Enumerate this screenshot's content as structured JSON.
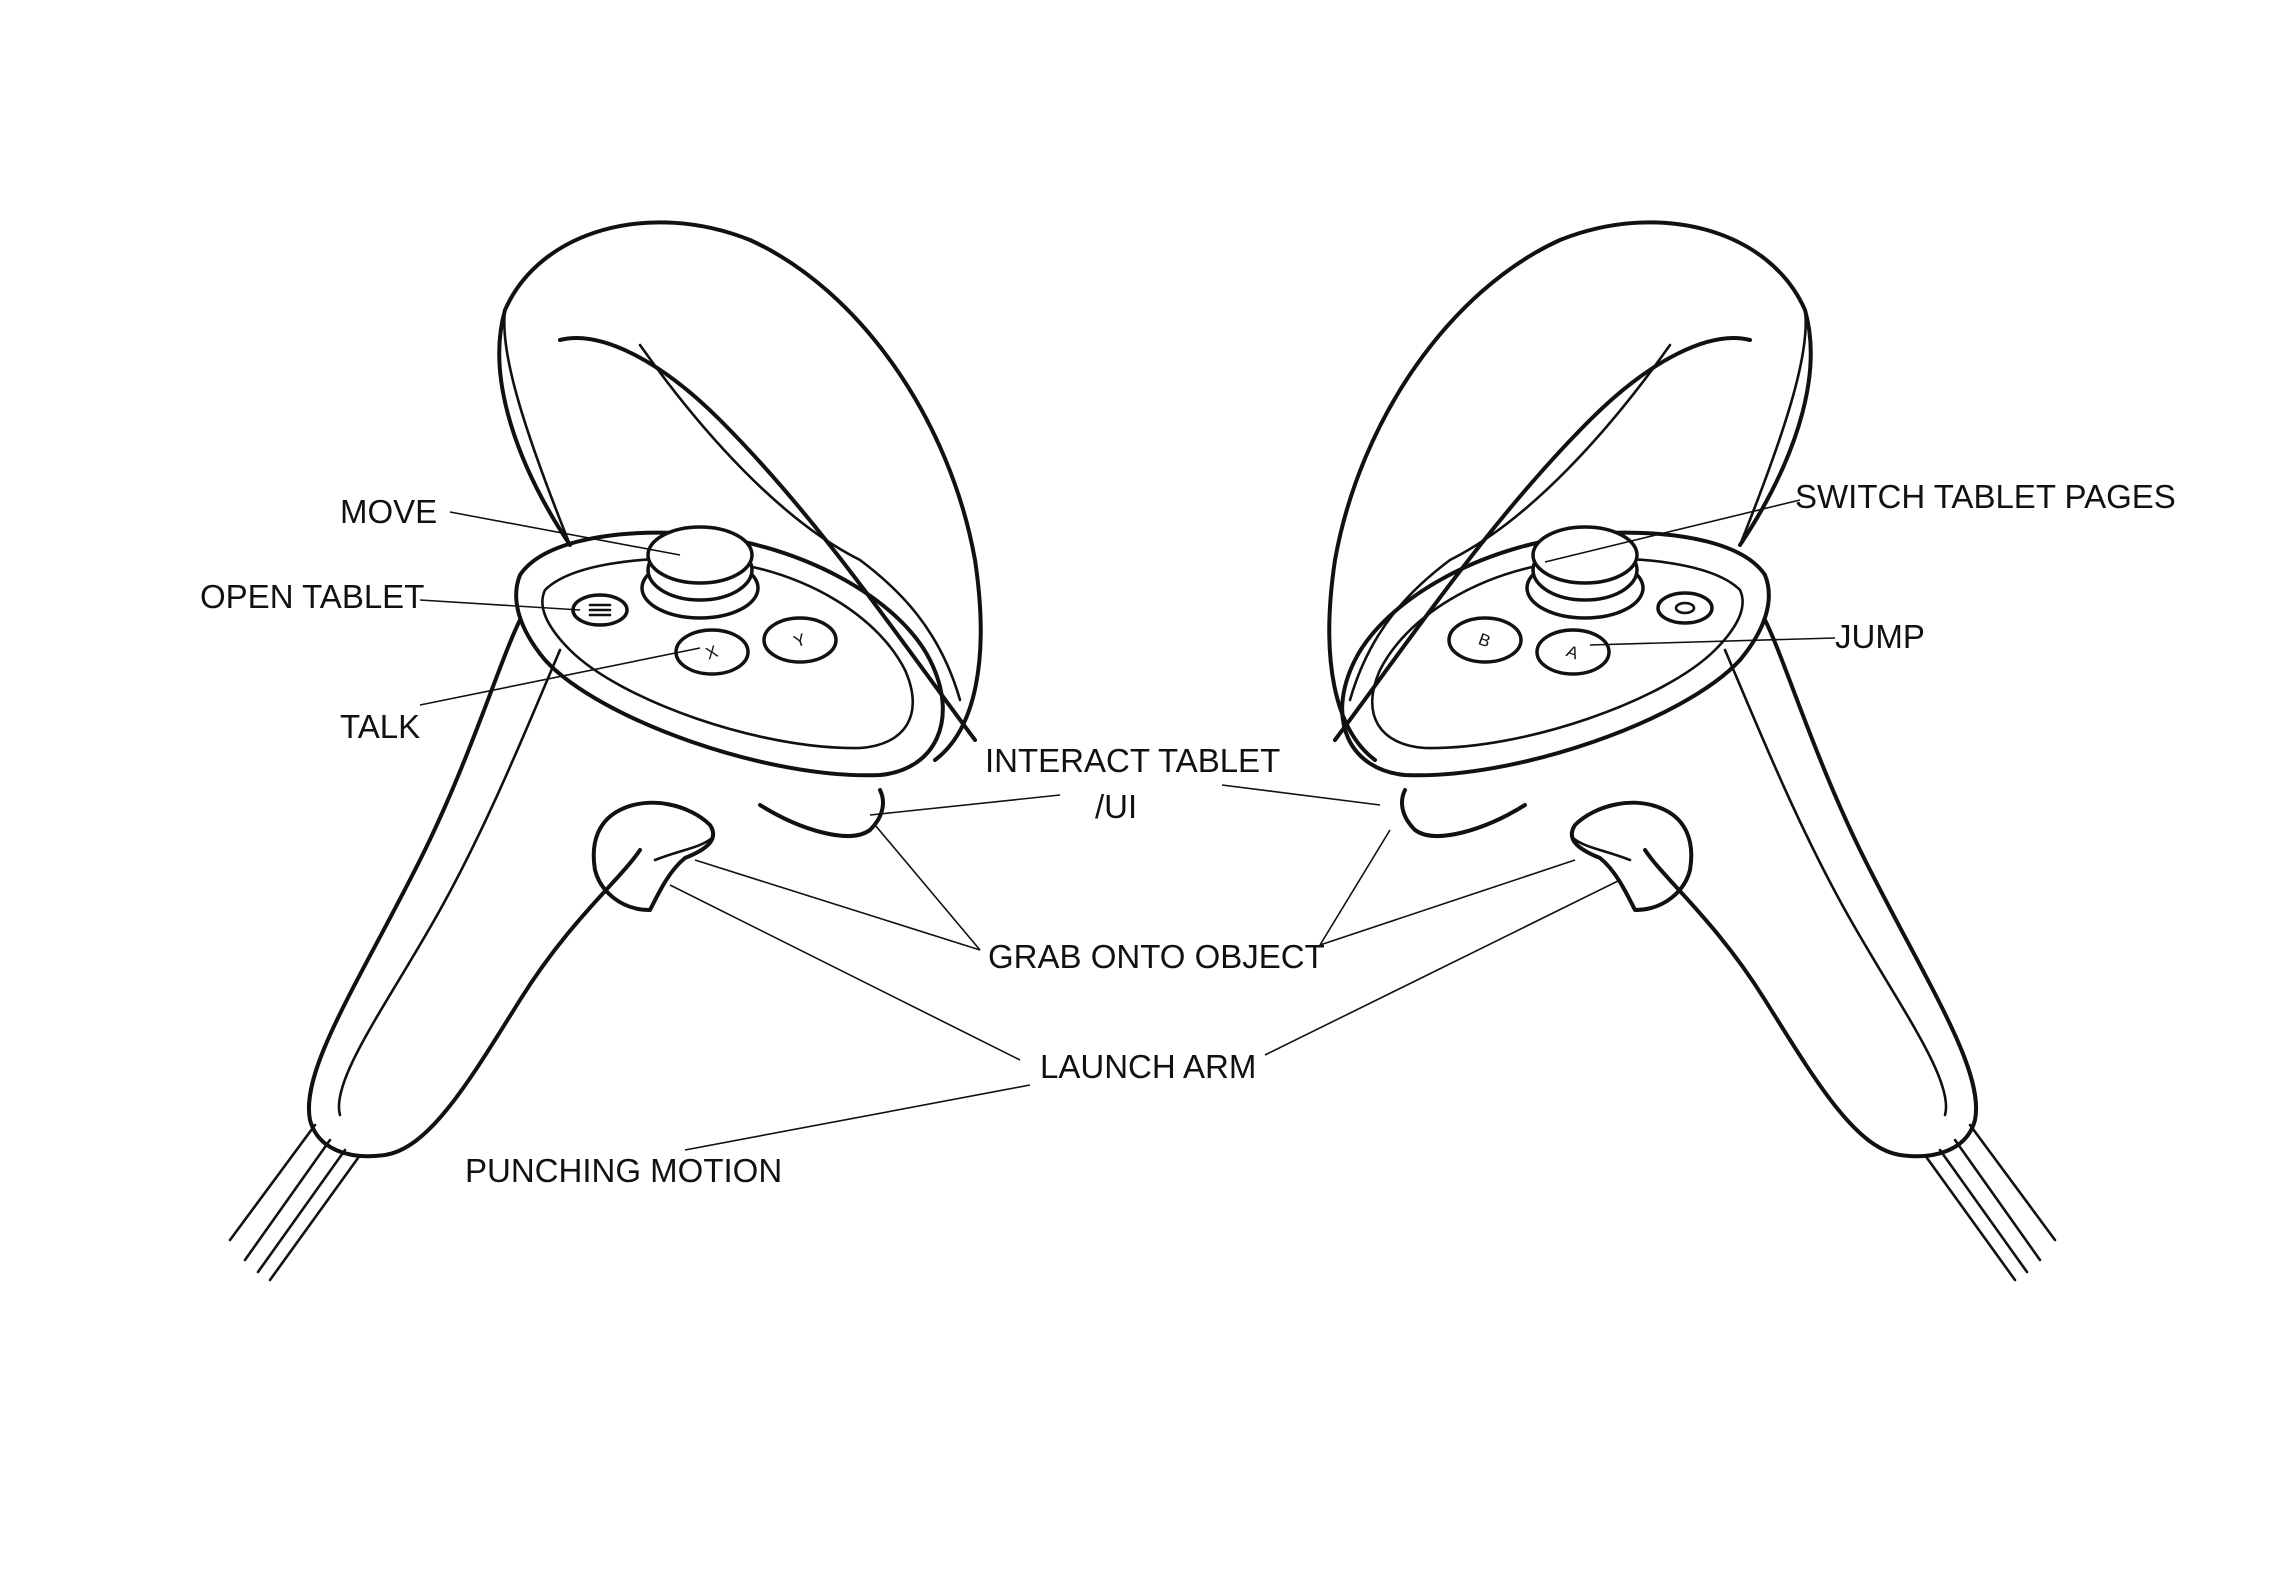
{
  "labels": {
    "move": "MOVE",
    "open_tablet": "OPEN TABLET",
    "talk": "TALK",
    "interact_tablet_line1": "INTERACT TABLET",
    "interact_tablet_line2": "/UI",
    "grab_onto_object": "GRAB ONTO OBJECT",
    "launch_arm": "LAUNCH ARM",
    "punching_motion": "PUNCHING MOTION",
    "switch_tablet_pages": "SWITCH TABLET PAGES",
    "jump": "JUMP"
  },
  "buttons": {
    "left_x": "X",
    "left_y": "Y",
    "right_a": "A",
    "right_b": "B"
  },
  "colors": {
    "line": "#111111",
    "background": "#ffffff"
  },
  "icons": {
    "left_menu": "menu-icon",
    "right_home": "oculus-icon"
  }
}
